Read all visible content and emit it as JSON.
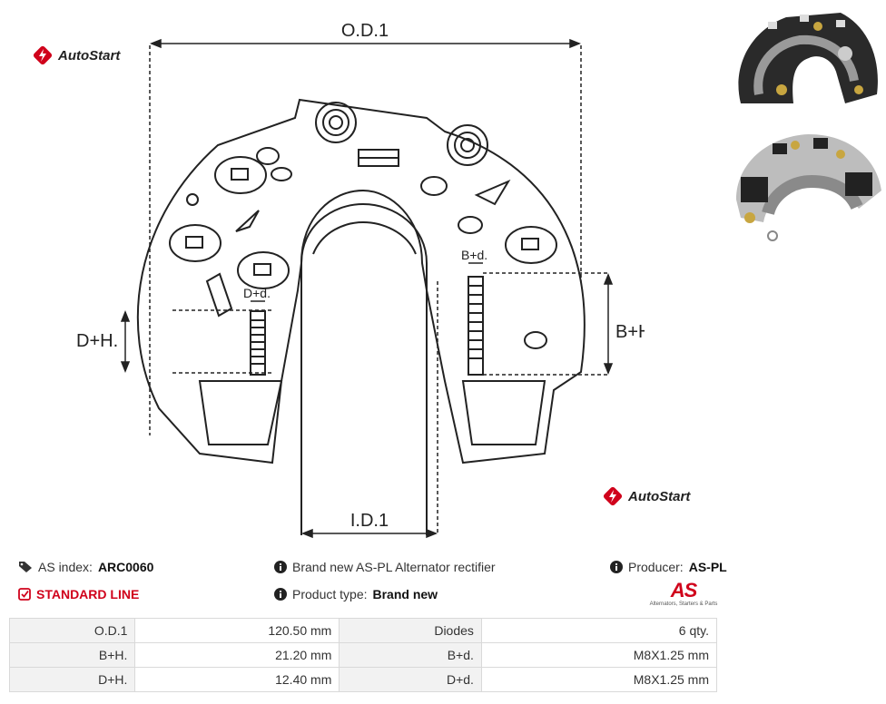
{
  "brand": {
    "logo_text": "AutoStart",
    "accent": "#d0021b"
  },
  "drawing_labels": {
    "od1": "O.D.1",
    "id1": "I.D.1",
    "bh": "B+H.",
    "dh": "D+H.",
    "bd": "B+d.",
    "dd": "D+d."
  },
  "info": {
    "as_index_label": "AS index:",
    "as_index_value": "ARC0060",
    "description": "Brand new AS-PL Alternator rectifier",
    "producer_label": "Producer:",
    "producer_value": "AS-PL",
    "standard_line": "STANDARD LINE",
    "product_type_label": "Product type:",
    "product_type_value": "Brand new"
  },
  "producer_logo": {
    "mark": "AS",
    "tagline": "Alternators, Starters & Parts"
  },
  "specs": [
    {
      "k1": "O.D.1",
      "v1": "120.50 mm",
      "k2": "Diodes",
      "v2": "6 qty."
    },
    {
      "k1": "B+H.",
      "v1": "21.20 mm",
      "k2": "B+d.",
      "v2": "M8X1.25 mm"
    },
    {
      "k1": "D+H.",
      "v1": "12.40 mm",
      "k2": "D+d.",
      "v2": "M8X1.25 mm"
    }
  ],
  "icons": [
    "tag-icon",
    "info-icon",
    "checkbox-icon",
    "autostart-logo-icon"
  ]
}
